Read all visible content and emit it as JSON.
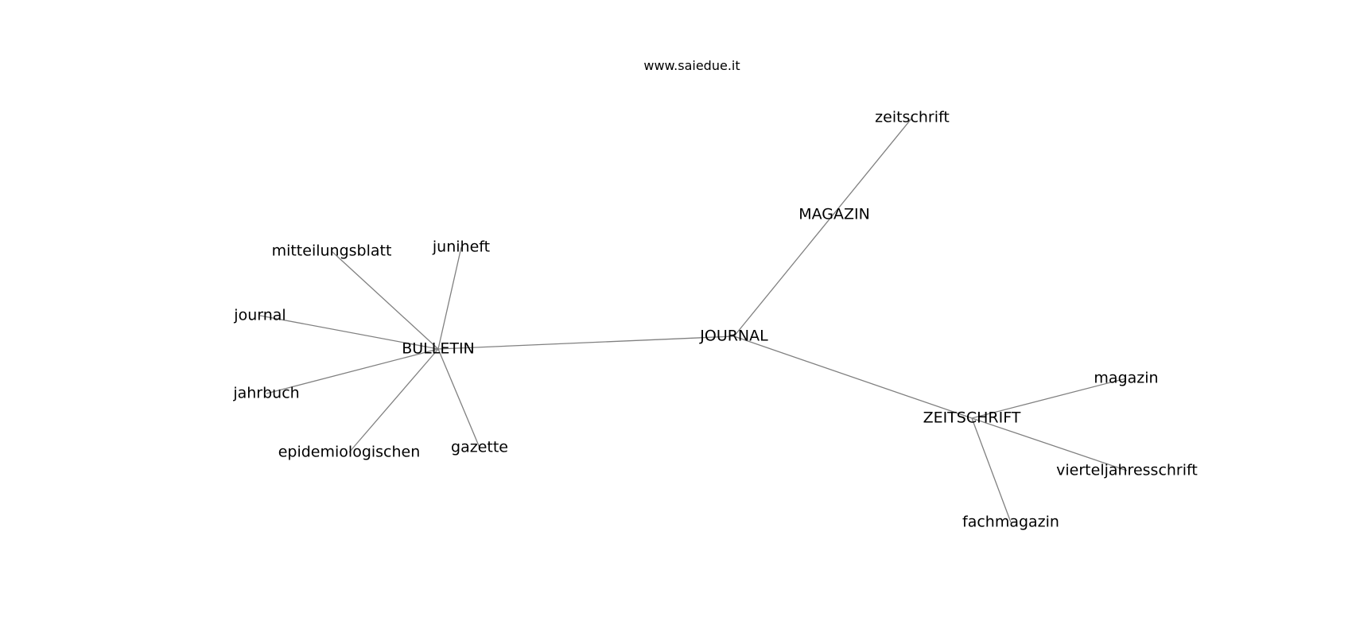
{
  "watermark": "www.saiedue.it",
  "nodes": [
    {
      "id": "bulletin",
      "label": "BULLETIN"
    },
    {
      "id": "journal_hub",
      "label": "JOURNAL"
    },
    {
      "id": "magazin_hub",
      "label": "MAGAZIN"
    },
    {
      "id": "zeitschrift_hub",
      "label": "ZEITSCHRIFT"
    },
    {
      "id": "zeitschrift",
      "label": "zeitschrift"
    },
    {
      "id": "mitteilungsblatt",
      "label": "mitteilungsblatt"
    },
    {
      "id": "juniheft",
      "label": "juniheft"
    },
    {
      "id": "journal",
      "label": "journal"
    },
    {
      "id": "jahrbuch",
      "label": "jahrbuch"
    },
    {
      "id": "epidemiologischen",
      "label": "epidemiologischen"
    },
    {
      "id": "gazette",
      "label": "gazette"
    },
    {
      "id": "magazin",
      "label": "magazin"
    },
    {
      "id": "vierteljahresschrift",
      "label": "vierteljahresschrift"
    },
    {
      "id": "fachmagazin",
      "label": "fachmagazin"
    }
  ],
  "edges": [
    {
      "source": "bulletin",
      "target": "journal_hub"
    },
    {
      "source": "bulletin",
      "target": "mitteilungsblatt"
    },
    {
      "source": "bulletin",
      "target": "juniheft"
    },
    {
      "source": "bulletin",
      "target": "journal"
    },
    {
      "source": "bulletin",
      "target": "jahrbuch"
    },
    {
      "source": "bulletin",
      "target": "epidemiologischen"
    },
    {
      "source": "bulletin",
      "target": "gazette"
    },
    {
      "source": "journal_hub",
      "target": "zeitschrift"
    },
    {
      "source": "journal_hub",
      "target": "zeitschrift_hub"
    },
    {
      "source": "zeitschrift_hub",
      "target": "magazin"
    },
    {
      "source": "zeitschrift_hub",
      "target": "vierteljahresschrift"
    },
    {
      "source": "zeitschrift_hub",
      "target": "fachmagazin"
    }
  ]
}
